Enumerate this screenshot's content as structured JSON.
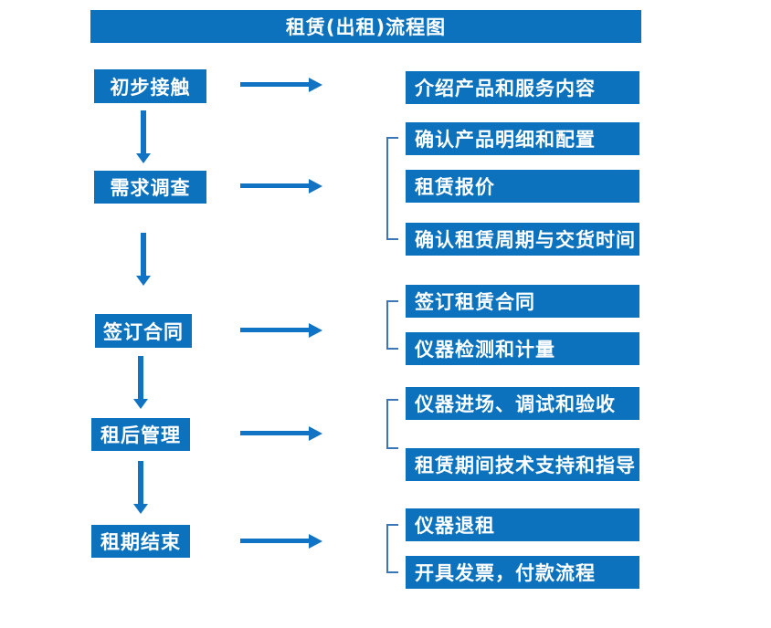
{
  "title": "租赁(出租)流程图",
  "colors": {
    "box_blue": "#0C72BE",
    "arrow_blue": "#1173C4",
    "bracket_blue": "#3A76B8",
    "text_white": "#FFFFFF",
    "background": "#FFFFFF"
  },
  "steps": [
    {
      "label": "初步接触",
      "children": [
        "介绍产品和服务内容"
      ]
    },
    {
      "label": "需求调查",
      "children": [
        "确认产品明细和配置",
        "租赁报价",
        "确认租赁周期与交货时间"
      ]
    },
    {
      "label": "签订合同",
      "children": [
        "签订租赁合同",
        "仪器检测和计量"
      ]
    },
    {
      "label": "租后管理",
      "children": [
        "仪器进场、调试和验收",
        "租赁期间技术支持和指导"
      ]
    },
    {
      "label": "租期结束",
      "children": [
        "仪器退租",
        "开具发票，付款流程"
      ]
    }
  ]
}
